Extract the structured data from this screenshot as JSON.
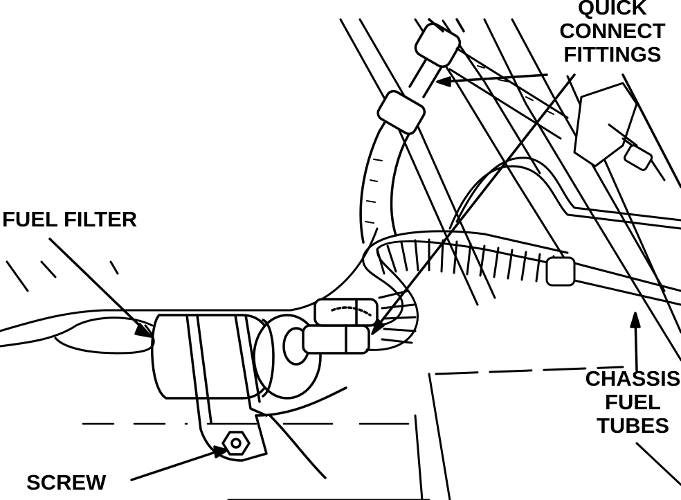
{
  "labels": {
    "quick_connect": [
      "QUICK",
      "CONNECT",
      "FITTINGS"
    ],
    "fuel_filter": "FUEL FILTER",
    "chassis_fuel_tubes": [
      "CHASSIS",
      "FUEL",
      "TUBES"
    ],
    "screw": "SCREW"
  },
  "colors": {
    "ink": "#000000",
    "paper": "#ffffff"
  }
}
